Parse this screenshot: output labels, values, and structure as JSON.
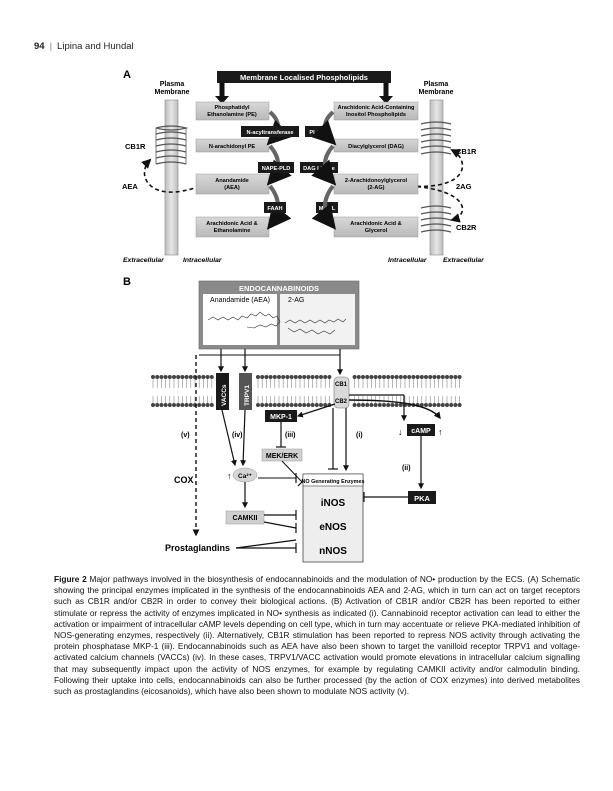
{
  "header": {
    "page_number": "94",
    "authors": "Lipina and Hundal"
  },
  "panelA": {
    "label": "A",
    "top_banner": "Membrane Localised Phospholipids",
    "left_membrane": "Plasma\nMembrane",
    "right_membrane": "Plasma\nMembrane",
    "left_receptor": "CB1R",
    "left_ligand": "AEA",
    "right_receptor_top": "CB1R",
    "right_ligand": "2AG",
    "right_receptor_bottom": "CB2R",
    "left_chain": [
      "Phosphatidyl\nEthanolamine (PE)",
      "N-arachidonyl PE",
      "Anandamide\n(AEA)",
      "Arachidonic Acid &\nEthanolamine"
    ],
    "left_enzymes": [
      "N-acyltransferase",
      "NAPE-PLD",
      "FAAH"
    ],
    "right_chain": [
      "Arachidonic Acid-Containing\nInositol Phospholipids",
      "Diacylglycerol (DAG)",
      "2-Arachidonoylglycerol\n(2-AG)",
      "Arachidonic Acid &\nGlycerol"
    ],
    "right_enzymes": [
      "PLC",
      "DAG Lipase",
      "MAGL"
    ],
    "bottom_labels": [
      "Extracellular",
      "Intracellular",
      "Intracellular",
      "Extracellular"
    ]
  },
  "panelB": {
    "label": "B",
    "title": "ENDOCANNABINOIDS",
    "aea": "Anandamide (AEA)",
    "twoag": "2-AG",
    "vaccs": "VACCs",
    "trpv1": "TRPV1",
    "cb1": "CB1",
    "cb2": "CB2",
    "mkp1": "MKP-1",
    "mekerk": "MEK/ERK",
    "camp": "cAMP",
    "pka": "PKA",
    "ca": "Ca²⁺",
    "camkii": "CAMKII",
    "cox": "COX",
    "prostaglandins": "Prostaglandins",
    "nos_header": "NO Generating Enzymes",
    "inos": "iNOS",
    "enos": "eNOS",
    "nnos": "nNOS",
    "roman": [
      "(v)",
      "(iv)",
      "(iii)",
      "(i)",
      "(ii)"
    ],
    "camp_down": "↓",
    "camp_up": "↑",
    "ca_up": "↑"
  },
  "caption": {
    "label": "Figure 2",
    "text": "Major pathways involved in the biosynthesis of endocannabinoids and the modulation of NO• production by the ECS. (A) Schematic showing the principal enzymes implicated in the synthesis of the endocannabinoids AEA and 2-AG, which in turn can act on target receptors such as CB1R and/or CB2R in order to convey their biological actions. (B) Activation of CB1R and/or CB2R has been reported to either stimulate or repress the activity of enzymes implicated in NO• synthesis as indicated (i). Cannabinoid receptor activation can lead to either the activation or impairment of intracellular cAMP levels depending on cell type, which in turn may accentuate or relieve PKA-mediated inhibition of NOS-generating enzymes, respectively (ii). Alternatively, CB1R stimulation has been reported to repress NOS activity through activating the protein phosphatase MKP-1 (iii). Endocannabinoids such as AEA have also been shown to target the vanilloid receptor TRPV1 and voltage-activated calcium channels (VACCs) (iv). In these cases, TRPV1/VACC activation would promote elevations in intracellular calcium signalling that may subsequently impact upon the activity of NOS enzymes, for example by regulating CAMKII activity and/or calmodulin binding. Following their uptake into cells, endocannabinoids can also be further processed (by the action of COX enzymes) into derived metabolites such as prostaglandins (eicosanoids), which have also been shown to modulate NOS activity (v)."
  }
}
